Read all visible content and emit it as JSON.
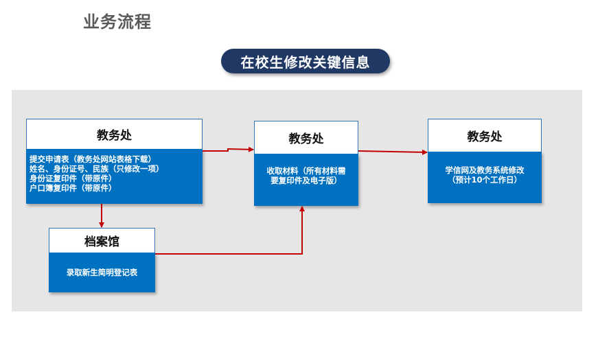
{
  "page": {
    "title": "业务流程",
    "banner": "在校生修改关键信息"
  },
  "nodes": {
    "office_submit": {
      "title": "教务处",
      "lines": [
        "提交申请表（教务处网站表格下载）",
        "姓名、身份证号、民族（只修改一项）",
        "身份证复印件（带原件）",
        "户口簿复印件（带原件）"
      ]
    },
    "archive": {
      "title": "档案馆",
      "lines": [
        "录取新生简明登记表"
      ]
    },
    "office_collect": {
      "title": "教务处",
      "lines": [
        "收取材料（所有材料需",
        "要复印件及电子版）"
      ]
    },
    "office_modify": {
      "title": "教务处",
      "lines": [
        "学信网及教务系统修改",
        "（预计10个工作日）"
      ]
    }
  },
  "colors": {
    "banner": "#1f3864",
    "node_body": "#0070c0",
    "node_border": "#2e74b5",
    "arrow": "#c00000",
    "canvas": "#e6e6e6",
    "title": "#595959"
  }
}
